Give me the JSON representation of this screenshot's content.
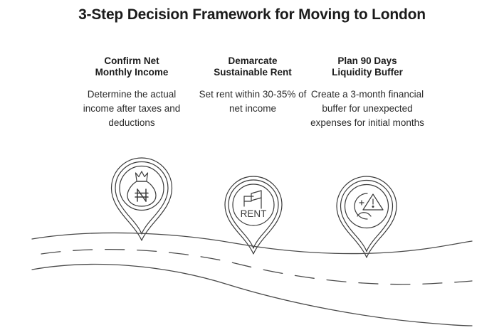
{
  "page": {
    "title": "3-Step Decision Framework for Moving to London",
    "background_color": "#ffffff",
    "line_color": "#3a3a3a",
    "text_color": "#1b1b1b"
  },
  "steps": [
    {
      "heading_line1": "Confirm Net",
      "heading_line2": "Monthly Income",
      "heading": "Confirm Net Monthly Income",
      "description": "Determine the actual income after taxes and deductions",
      "icon": "money-bag-naira-icon",
      "icon_label": "₦"
    },
    {
      "heading_line1": "Demarcate",
      "heading_line2": "Sustainable Rent",
      "heading": "Demarcate Sustainable Rent",
      "description": "Set rent within 30-35% of net income",
      "icon": "for-rent-sign-icon",
      "icon_label": "RENT"
    },
    {
      "heading_line1": "Plan 90 Days",
      "heading_line2": "Liquidity Buffer",
      "heading": "Plan 90 Days Liquidity Buffer",
      "description": "Create a 3-month financial buffer for unexpected expenses for initial months",
      "icon": "sad-face-warning-icon",
      "icon_label": "!"
    }
  ],
  "road": {
    "name": "winding-road",
    "dashes": "center-line-dashed",
    "stroke_color": "#4a4a4a"
  }
}
